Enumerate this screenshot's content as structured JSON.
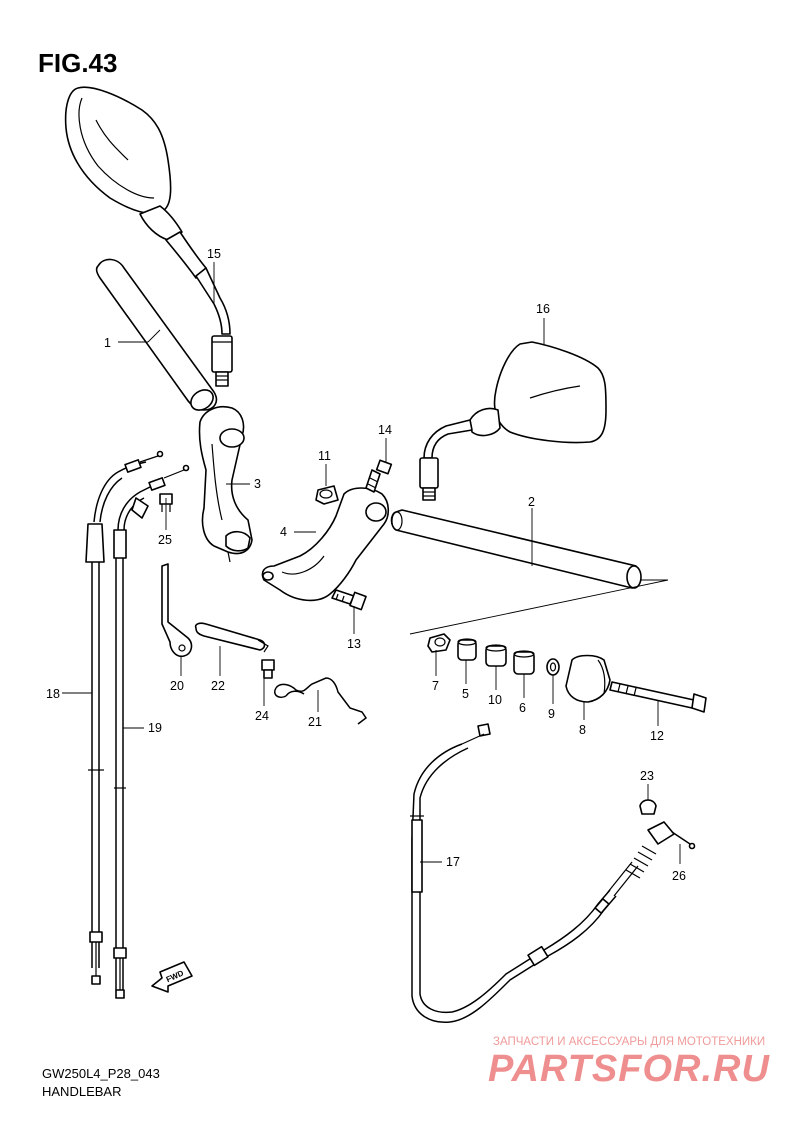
{
  "figure": {
    "title": "FIG.43"
  },
  "footer": {
    "code": "GW250L4_P28_043",
    "name": "HANDLEBAR"
  },
  "watermark": {
    "tagline": "ЗАПЧАСТИ И АКСЕССУАРЫ ДЛЯ МОТОТЕХНИКИ",
    "brand": "PARTSFOR.RU"
  },
  "fwd_mark": "FWD",
  "callouts": [
    "1",
    "2",
    "3",
    "4",
    "5",
    "6",
    "7",
    "8",
    "9",
    "10",
    "11",
    "12",
    "13",
    "14",
    "15",
    "16",
    "17",
    "18",
    "19",
    "20",
    "21",
    "22",
    "23",
    "24",
    "25",
    "26"
  ]
}
